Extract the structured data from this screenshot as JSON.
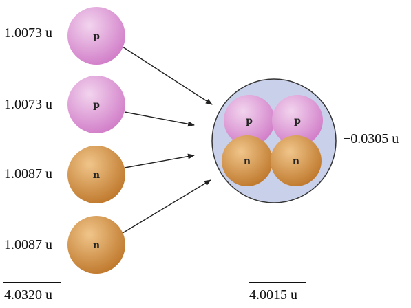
{
  "particles": [
    {
      "kind": "proton",
      "symbol": "p",
      "mass_label": "1.0073 u"
    },
    {
      "kind": "proton",
      "symbol": "p",
      "mass_label": "1.0073 u"
    },
    {
      "kind": "neutron",
      "symbol": "n",
      "mass_label": "1.0087 u"
    },
    {
      "kind": "neutron",
      "symbol": "n",
      "mass_label": "1.0087 u"
    }
  ],
  "nucleus": {
    "symbols": [
      "p",
      "p",
      "n",
      "n"
    ],
    "mass_defect_label": "−0.0305 u"
  },
  "totals": {
    "separate": "4.0320 u",
    "bound": "4.0015 u"
  },
  "colors": {
    "proton": "#d27fc9",
    "proton_light": "#f2d4ee",
    "neutron": "#c07a2e",
    "neutron_light": "#f0c58a",
    "nucleus_fill": "#c9d0ea",
    "nucleus_stroke": "#333333",
    "arrow": "#222222"
  }
}
